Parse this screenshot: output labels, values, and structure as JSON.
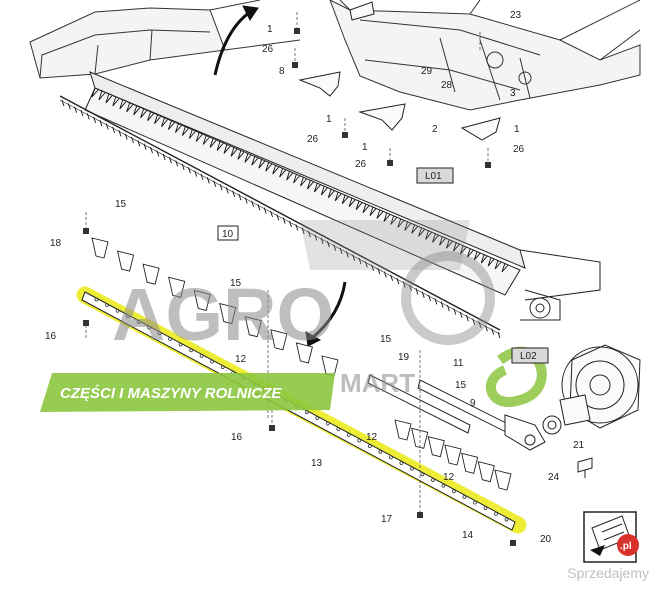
{
  "diagram": {
    "callouts": {
      "c1a": "1",
      "c26a": "26",
      "c8": "8",
      "c23": "23",
      "c29": "29",
      "c28a": "28",
      "c3": "3",
      "c1b": "1",
      "c1c": "1",
      "c26b": "26",
      "c2": "2",
      "c26c": "26",
      "c1d": "1",
      "c26d": "26",
      "c10": "10",
      "c15a": "15",
      "c18": "18",
      "c16a": "16",
      "c15b": "15",
      "c12a": "12",
      "c16b": "16",
      "c15c": "15",
      "c19": "19",
      "c11": "11",
      "c15d": "15",
      "c9": "9",
      "c13": "13",
      "c12b": "12",
      "c12c": "12",
      "c17": "17",
      "c14": "14",
      "c20": "20",
      "c21": "21",
      "c24": "24"
    },
    "boxed_labels": {
      "l01": "L01",
      "l02": "L02"
    }
  },
  "watermark": {
    "brand": "AGRO",
    "brand_tail": "MART",
    "banner": "CZĘŚCI I MASZYNY ROLNICZE",
    "banner_color": "#8cc63f",
    "highlight_color": "#e8e800"
  },
  "site_watermark": "Sprzedajemy",
  "site_badge": ".pl",
  "site_badge_color": "#d9312b"
}
